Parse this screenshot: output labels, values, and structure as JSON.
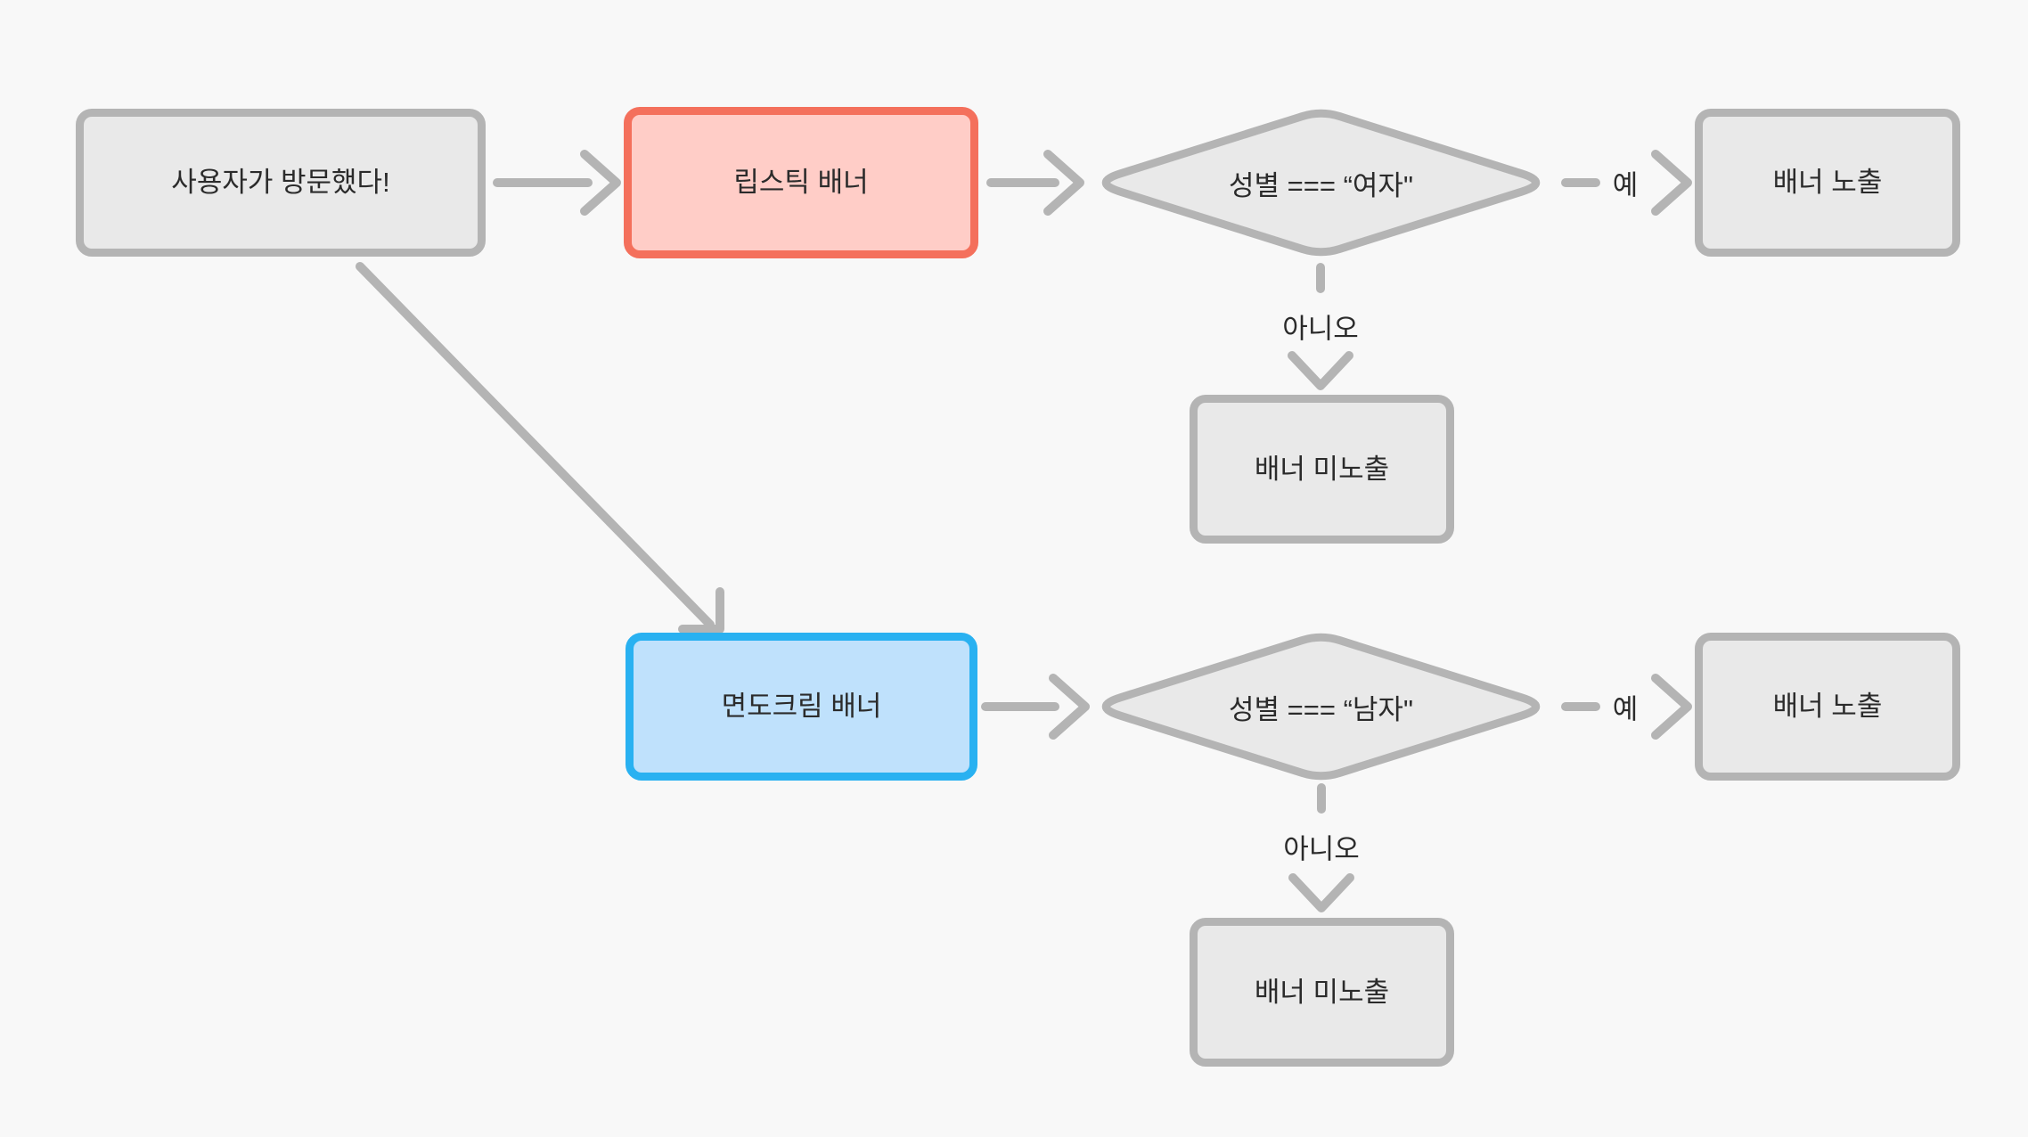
{
  "diagram": {
    "background_color": "#f8f8f8",
    "connector_color": "#b4b4b4",
    "text_color": "#2b2b2b",
    "nodes": {
      "start": {
        "label": "사용자가 방문했다!",
        "fill": "#e9e9e9",
        "border": "#b4b4b4"
      },
      "lipstick_banner": {
        "label": "립스틱 배너",
        "fill": "#ffcdc7",
        "border": "#f4705c"
      },
      "gender_female_check": {
        "label": "성별 === “여자\"",
        "fill": "#e9e9e9",
        "border": "#b4b4b4"
      },
      "banner_shown_female": {
        "label": "배너 노출",
        "fill": "#e9e9e9",
        "border": "#b4b4b4"
      },
      "banner_hidden_female": {
        "label": "배너 미노출",
        "fill": "#e9e9e9",
        "border": "#b4b4b4"
      },
      "shaving_cream_banner": {
        "label": "면도크림 배너",
        "fill": "#bfe1fc",
        "border": "#29b1f1"
      },
      "gender_male_check": {
        "label": "성별 === “남자\"",
        "fill": "#e9e9e9",
        "border": "#b4b4b4"
      },
      "banner_shown_male": {
        "label": "배너 노출",
        "fill": "#e9e9e9",
        "border": "#b4b4b4"
      },
      "banner_hidden_male": {
        "label": "배너 미노출",
        "fill": "#e9e9e9",
        "border": "#b4b4b4"
      }
    },
    "edge_labels": {
      "female_yes": "예",
      "female_no": "아니오",
      "male_yes": "예",
      "male_no": "아니오"
    }
  }
}
